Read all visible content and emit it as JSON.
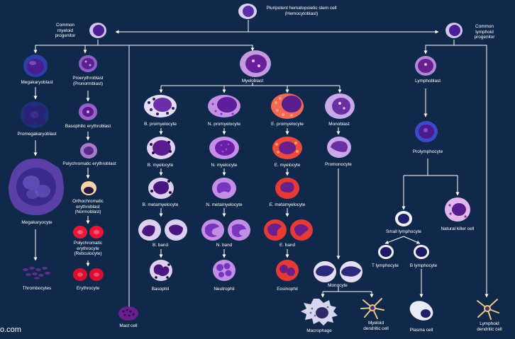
{
  "watermark": "o.com",
  "colors": {
    "background": "#10294a",
    "line": "#ffffff",
    "nucleus": "#5b1e8c",
    "cytoplasm": "#b77bd6",
    "erythrocyte": "#e8173a"
  },
  "labels": {
    "stem_cell": "Pluripotent hematopoietic stem cell",
    "stem_cell_alt": "(Hemocytoblast)",
    "cmp_1": "Common",
    "cmp_2": "myeloid",
    "cmp_3": "progenitor",
    "clp_1": "Common",
    "clp_2": "lymphoid",
    "clp_3": "progenitor",
    "megakaryoblast": "Megakaryoblast",
    "promegakaryoblast": "Promegakaryoblast",
    "megakaryocyte": "Megakaryocyte",
    "thrombocytes": "Thrombocytes",
    "proerythroblast_1": "Proerythroblast",
    "proerythroblast_2": "(Pronormblast)",
    "basophilic_erythroblast": "Basophilic erythroblast",
    "polychromatic_erythroblast": "Polychromatic erythroblast",
    "orthochromatic_1": "Orthochromatic",
    "orthochromatic_2": "erythroblast",
    "orthochromatic_3": "(Normoblast)",
    "reticulocyte_1": "Polychromatic",
    "reticulocyte_2": "erythrocyte",
    "reticulocyte_3": "(Reticulocyte)",
    "erythrocyte": "Erythrocyte",
    "mast_cell": "Mast cell",
    "myeloblast": "Myeloblast",
    "b_promyelocyte": "B. promyelocyte",
    "n_promyelocyte": "N. promyelocyte",
    "e_promyelocyte": "E. promyelocyte",
    "monoblast": "Monoblast",
    "b_myelocyte": "B. myelocyte",
    "n_myelocyte": "N. myelocyte",
    "e_myelocyte": "E. myelocyte",
    "promonocyte": "Promonocyte",
    "b_metamyelocyte": "B. metamyelocyte",
    "n_metamyelocyte": "N. metamyelocyte",
    "e_metamyelocyte": "E. metamyelocyte",
    "b_band": "B. band",
    "n_band": "N. band",
    "e_band": "E. band",
    "basophil": "Basophil",
    "neutrophil": "Neutrophil",
    "eosinophil": "Eosinophil",
    "monocyte": "Monocyte",
    "macrophage": "Macrophage",
    "myeloid_dc_1": "Myeloid",
    "myeloid_dc_2": "dendritic cell",
    "lymphoblast": "Lymphoblast",
    "prolymphocyte": "Prolymphocyte",
    "small_lymphocyte": "Small lymphocyte",
    "natural_killer": "Natural killer cell",
    "t_lymphocyte": "T lymphocyte",
    "b_lymphocyte": "B lymphocyte",
    "plasma_cell": "Plasma cell",
    "lymphoid_dc_1": "Lymphoid",
    "lymphoid_dc_2": "dendritic cell"
  }
}
